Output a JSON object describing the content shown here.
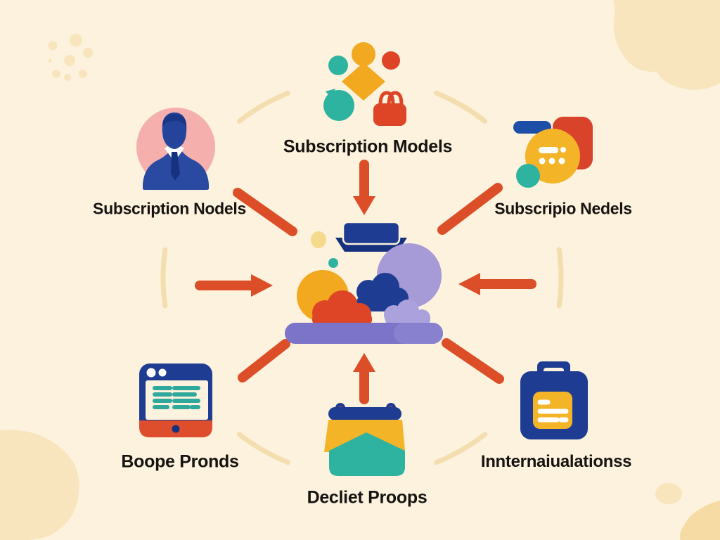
{
  "nodes": {
    "top_center": {
      "label": "Subscription Models",
      "icon": "people-shopping-icon"
    },
    "top_left": {
      "label": "Subscription Nodels",
      "icon": "businessman-avatar-icon"
    },
    "top_right": {
      "label": "Subscripio Nedels",
      "icon": "chat-survey-icon"
    },
    "bottom_left": {
      "label": "Boope Pronds",
      "icon": "browser-window-icon"
    },
    "bottom_center": {
      "label": "Decliet Proops",
      "icon": "calendar-bag-icon"
    },
    "bottom_right": {
      "label": "Innternaiualationss",
      "icon": "storage-container-icon"
    }
  },
  "center": {
    "icon": "cloud-platform-illustration"
  },
  "decorations": [
    "orbit-arc",
    "corner-blob-top-right",
    "corner-blob-bottom-left",
    "corner-blob-bottom-right",
    "dot-cluster-top-left"
  ],
  "colors": {
    "bg": "#FCF2DD",
    "blob": "#F8E5BD",
    "blob2": "#F6DCA4",
    "arc": "#F2DBA8",
    "red": "#DC4E28",
    "red2": "#DD4526",
    "redsq": "#D8432A",
    "tabred": "#DF4E2C",
    "yellow": "#F2A81F",
    "yellow2": "#F3B428",
    "paleyellow": "#F5D98D",
    "teal": "#2FB3A1",
    "tealline": "#2FA99C",
    "navy": "#1E3D92",
    "navydark": "#16317E",
    "blue": "#1D4FA8",
    "suit": "#2A4AA2",
    "face": "#24449B",
    "hair": "#1A3787",
    "purple": "#7B74C8",
    "purplelight": "#A69AD7",
    "purplepale": "#ABA1DC",
    "purplehi": "#8781CF",
    "pink": "#F5B0AD",
    "text": "#161412",
    "white": "#FFFFFF"
  }
}
